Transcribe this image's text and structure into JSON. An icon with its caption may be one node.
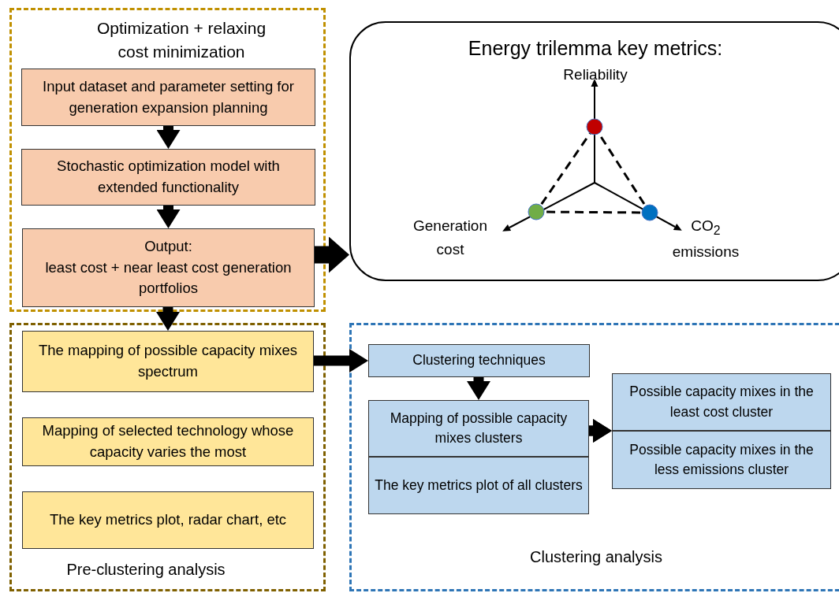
{
  "diagram": {
    "nodes": [
      {
        "text": [
          "Optimization + relaxing cost minimization"
        ]
      },
      {
        "text": [
          "Input dataset and parameter setting for generation expansion planning"
        ],
        "in": 0
      },
      {
        "text": [
          "Stochastic optimization model with extended functionality"
        ],
        "in": 0
      },
      {
        "text": [
          "Output:",
          "least cost + near least cost generation portfolios"
        ],
        "in": 0
      },
      {
        "text": [
          "Energy trilemma key metrics:"
        ]
      },
      {
        "text": [
          "Pre-clustering analysis"
        ]
      },
      {
        "text": [
          "The mapping of possible capacity mixes spectrum"
        ],
        "in": 5
      },
      {
        "text": [
          "Mapping of selected technology whose capacity varies the most"
        ],
        "in": 5
      },
      {
        "text": [
          "The key metrics plot, radar chart, etc"
        ],
        "in": 5
      },
      {
        "text": [
          "Clustering analysis"
        ]
      },
      {
        "text": [
          "Clustering techniques"
        ],
        "in": 9
      },
      {
        "text": [
          "Mapping of possible capacity mixes clusters"
        ],
        "in": 9
      },
      {
        "text": [
          "The key metrics plot of all clusters"
        ],
        "in": 9
      },
      {
        "text": [
          "Possible capacity mixes in the least cost cluster"
        ],
        "in": 9
      },
      {
        "text": [
          "Possible capacity mixes in the less emissions cluster"
        ],
        "in": 9
      }
    ],
    "edges": [
      {
        "from": 1,
        "to": 2,
        "arrow": "to"
      },
      {
        "from": 2,
        "to": 3,
        "arrow": "to"
      },
      {
        "from": 3,
        "to": 4,
        "arrow": "to"
      },
      {
        "from": 3,
        "to": 6,
        "arrow": "to"
      },
      {
        "from": 6,
        "to": 10,
        "arrow": "to"
      },
      {
        "from": 10,
        "to": 11,
        "arrow": "to"
      },
      {
        "from": 11,
        "to": 13,
        "arrow": "to"
      },
      {
        "from": 11,
        "to": 14,
        "arrow": "to"
      }
    ],
    "labels": [
      "Reliability",
      "Generation cost",
      "CO$_{2}$ emissions"
    ]
  }
}
